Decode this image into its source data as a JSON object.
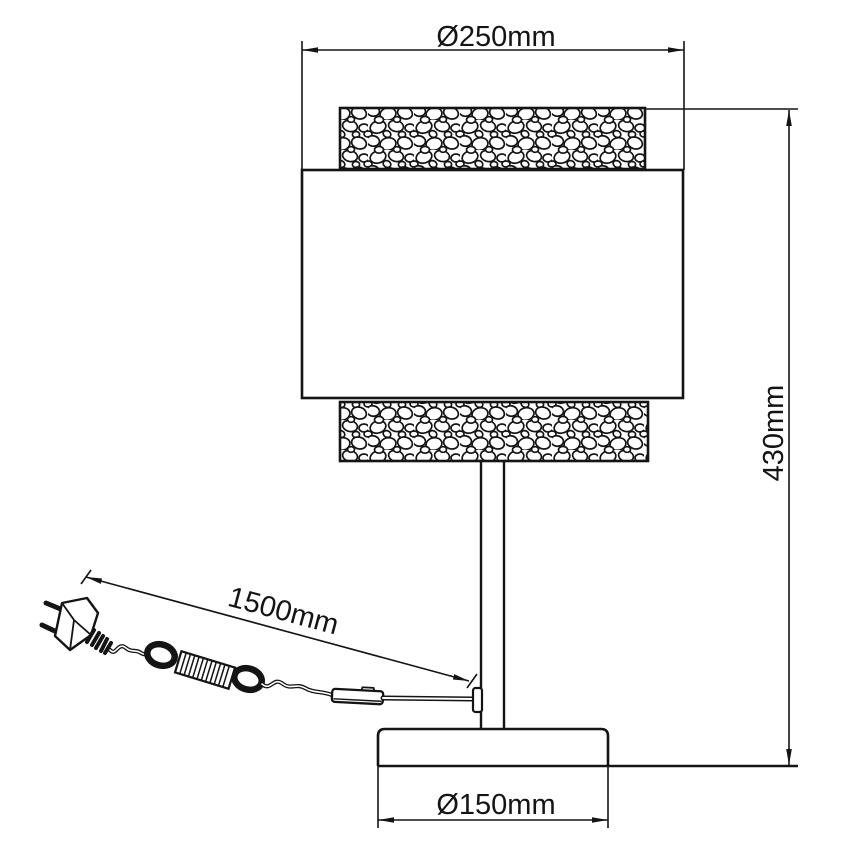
{
  "drawing": {
    "subject": "table lamp technical drawing",
    "colors": {
      "stroke": "#141414",
      "background": "#ffffff"
    },
    "dimensions": {
      "shade_diameter": "Ø250mm",
      "overall_height": "430mm",
      "base_diameter": "Ø150mm",
      "cable_length": "1500mm"
    }
  }
}
